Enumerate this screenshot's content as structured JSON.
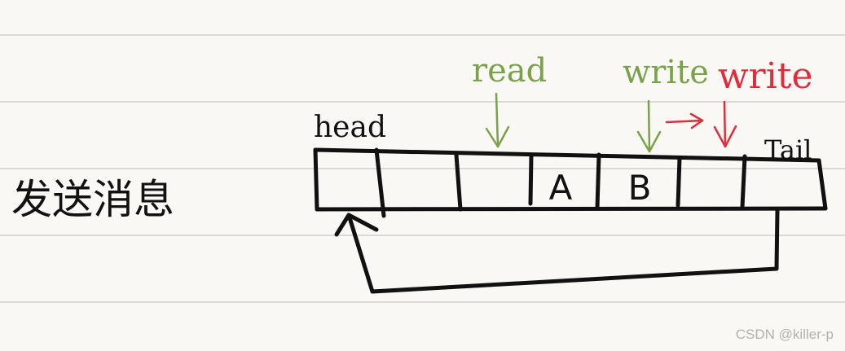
{
  "title": "发送消息",
  "cells": [
    "",
    "",
    "",
    "A",
    "B",
    "",
    "",
    ""
  ],
  "labels": {
    "head": "head",
    "tail": "Tail",
    "read": "read",
    "write_current": "write",
    "write_next": "write"
  },
  "watermark": "CSDN @killer-p",
  "colors": {
    "ink": "#111111",
    "green": "#7aa24a",
    "red": "#e02d3c",
    "rule": "#c8c6c2",
    "paper": "#faf8f4"
  }
}
